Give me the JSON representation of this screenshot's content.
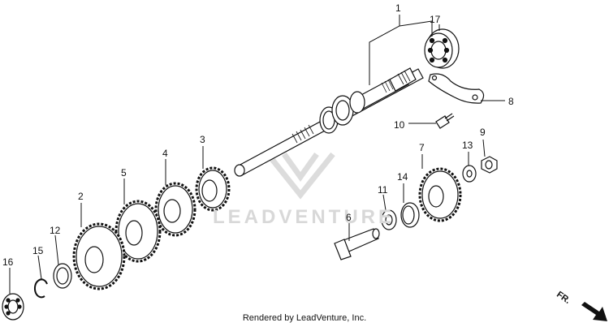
{
  "diagram": {
    "callouts": {
      "c1": "1",
      "c2": "2",
      "c3": "3",
      "c4": "4",
      "c5": "5",
      "c6": "6",
      "c7": "7",
      "c8": "8",
      "c9": "9",
      "c10": "10",
      "c11": "11",
      "c12": "12",
      "c13": "13",
      "c14": "14",
      "c15": "15",
      "c16": "16",
      "c17": "17"
    },
    "direction_label": "FR.",
    "watermark_text": "LEADVENTURE",
    "footer_text": "Rendered by LeadVenture, Inc."
  }
}
